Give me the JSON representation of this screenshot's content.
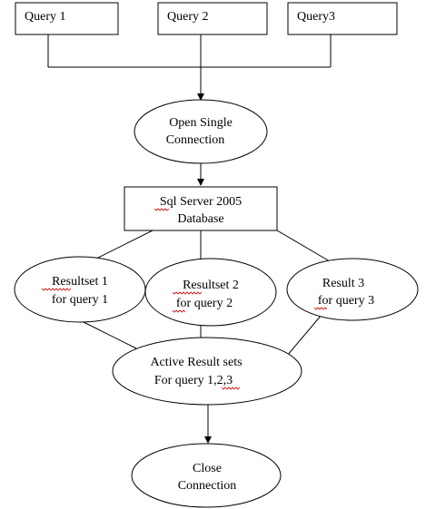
{
  "nodes": {
    "query1": {
      "label": "Query 1"
    },
    "query2": {
      "label": "Query 2"
    },
    "query3": {
      "label": "Query3"
    },
    "open_conn": {
      "line1": "Open Single",
      "line2": "Connection"
    },
    "sql_server": {
      "line1": "Sql Server 2005",
      "line2": "Database"
    },
    "resultset1": {
      "line1": "Resultset 1",
      "line2": "for query 1"
    },
    "resultset2": {
      "line1": "Resultset 2",
      "line2": "for query 2"
    },
    "result3": {
      "line1": "Result 3",
      "line2": "for query 3"
    },
    "active_results": {
      "line1": "Active Result sets",
      "line2": "For query  1,2,3"
    },
    "close_conn": {
      "line1": "Close",
      "line2": "Connection"
    }
  },
  "colors": {
    "stroke": "#000000",
    "fill": "#ffffff",
    "spellcheck": "#d00000"
  }
}
